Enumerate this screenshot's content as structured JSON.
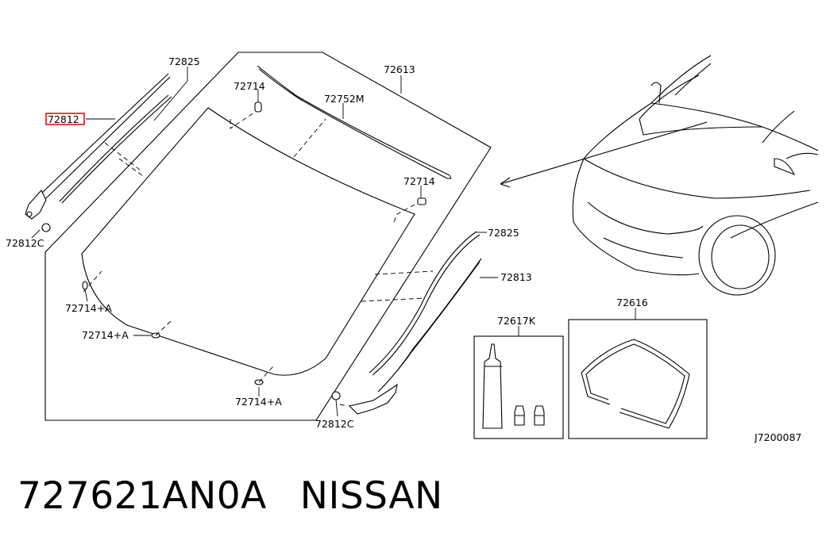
{
  "labels": {
    "wiper_moulding_left": "72825",
    "windshield_glass": "72613",
    "spacer_upper_left": "72714",
    "top_moulding": "72752M",
    "highlighted_part": "72812",
    "spacer_upper_right": "72714",
    "clip_left": "72812C",
    "wiper_moulding_right": "72825",
    "side_moulding_right": "72813",
    "spacer_a1": "72714+A",
    "spacer_a2": "72714+A",
    "spacer_a3": "72714+A",
    "clip_right": "72812C",
    "adhesive_kit": "72617K",
    "dam_rubber": "72616",
    "diagram_code": "J7200087"
  },
  "highlight_color": "#e01010",
  "footer": {
    "part_number": "727621AN0A",
    "brand": "NISSAN"
  }
}
